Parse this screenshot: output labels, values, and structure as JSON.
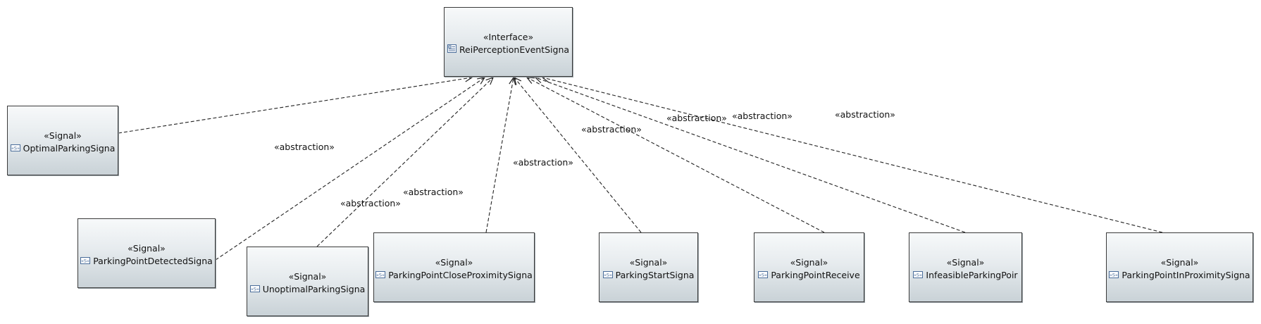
{
  "interface": {
    "stereotype": "«Interface»",
    "name": "ReiPerceptionEventSigna",
    "icon": "interface-icon"
  },
  "signals": [
    {
      "id": "optimal",
      "stereotype": "«Signal»",
      "name": "OptimalParkingSigna",
      "icon": "signal-icon"
    },
    {
      "id": "detected",
      "stereotype": "«Signal»",
      "name": "ParkingPointDetectedSigna",
      "icon": "signal-icon"
    },
    {
      "id": "unoptimal",
      "stereotype": "«Signal»",
      "name": "UnoptimalParkingSigna",
      "icon": "signal-icon"
    },
    {
      "id": "close",
      "stereotype": "«Signal»",
      "name": "ParkingPointCloseProximitySigna",
      "icon": "signal-icon"
    },
    {
      "id": "start",
      "stereotype": "«Signal»",
      "name": "ParkingStartSigna",
      "icon": "signal-icon"
    },
    {
      "id": "received",
      "stereotype": "«Signal»",
      "name": "ParkingPointReceive",
      "icon": "signal-icon"
    },
    {
      "id": "infeasible",
      "stereotype": "«Signal»",
      "name": "InfeasibleParkingPoir",
      "icon": "signal-icon"
    },
    {
      "id": "inproximity",
      "stereotype": "«Signal»",
      "name": "ParkingPointInProximitySigna",
      "icon": "signal-icon"
    }
  ],
  "relationships": [
    {
      "from": "optimal",
      "to": "interface",
      "label": "«abstraction»"
    },
    {
      "from": "detected",
      "to": "interface",
      "label": "«abstraction»"
    },
    {
      "from": "unoptimal",
      "to": "interface",
      "label": "«abstraction»"
    },
    {
      "from": "close",
      "to": "interface",
      "label": "«abstraction»"
    },
    {
      "from": "start",
      "to": "interface",
      "label": "«abstraction»"
    },
    {
      "from": "received",
      "to": "interface",
      "label": "«abstraction»"
    },
    {
      "from": "infeasible",
      "to": "interface",
      "label": "«abstraction»"
    },
    {
      "from": "inproximity",
      "to": "interface",
      "label": "«abstraction»"
    }
  ]
}
